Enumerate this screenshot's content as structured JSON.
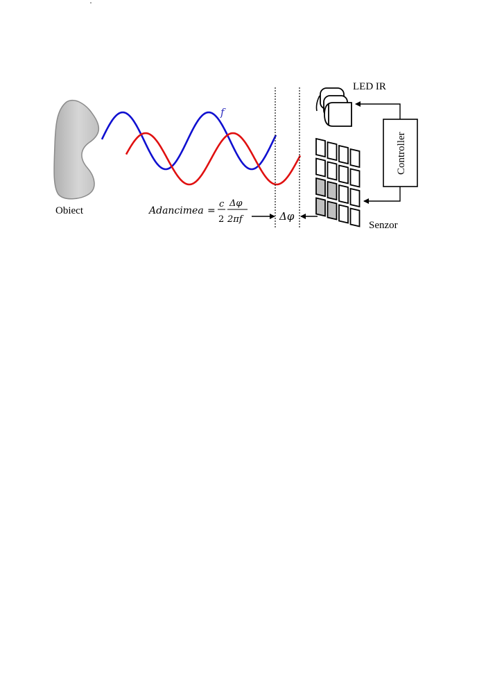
{
  "labels": {
    "object": "Obiect",
    "led": "LED IR",
    "controller": "Controller",
    "sensor": "Senzor",
    "frequency": "f",
    "phase_shift": "Δφ"
  },
  "formula": {
    "lhs": "Adancimea",
    "equals": "=",
    "c": "c",
    "two": "2",
    "delta_phi": "Δφ",
    "denominator": "2πf"
  },
  "colors": {
    "emitted_wave": "#1010d0",
    "reflected_wave": "#e01010",
    "object_fill": "#c8c8c8",
    "active_pixel": "#c0c0c0"
  }
}
